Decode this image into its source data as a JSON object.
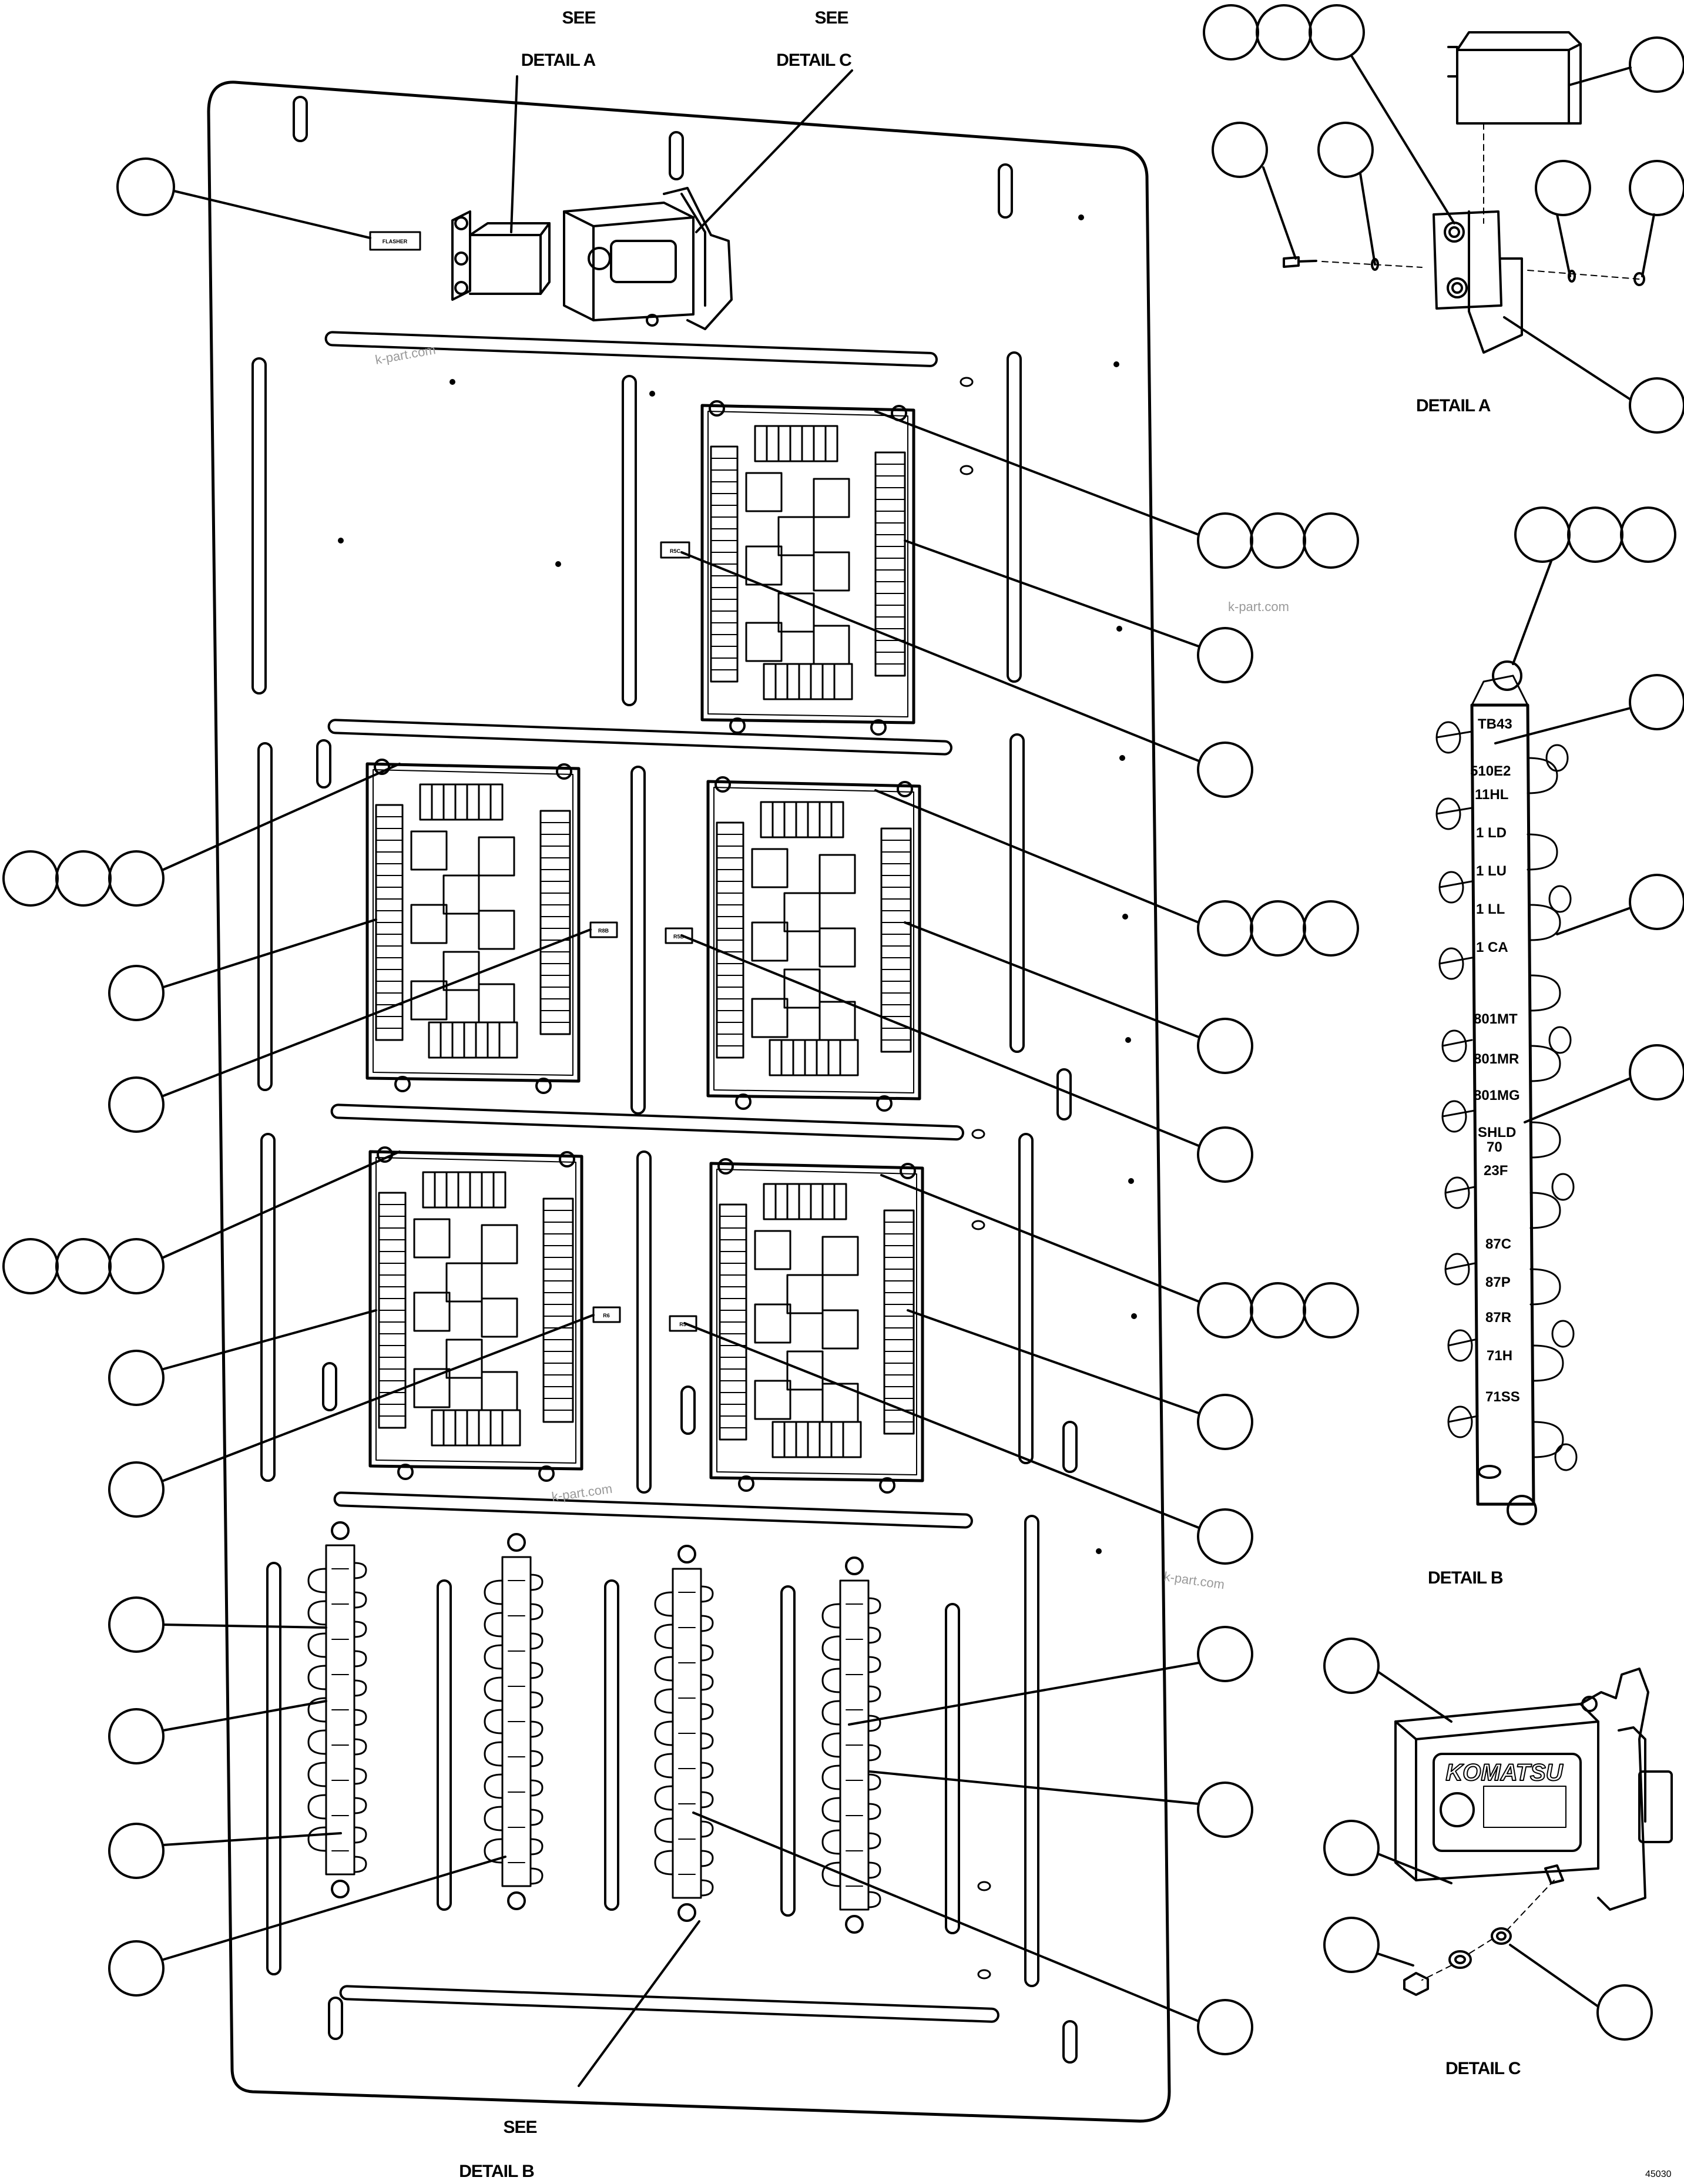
{
  "callouts": {
    "see": "SEE",
    "detail_a": "DETAIL A",
    "detail_b": "DETAIL B",
    "detail_c": "DETAIL C"
  },
  "panel_labels": {
    "flasher": "FLASHER",
    "r5c": "R5C",
    "r5b": "R5B",
    "r5": "R5",
    "r8b": "R8B",
    "r6": "R6"
  },
  "detail_titles": {
    "a": "DETAIL A",
    "b": "DETAIL B",
    "c": "DETAIL C"
  },
  "terminal_block": {
    "title": "TB43",
    "labels": [
      "510E2",
      "11HL",
      "1 LD",
      "1 LU",
      "1 LL",
      "1 CA",
      "801MT",
      "801MR",
      "801MG",
      "SHLD",
      "70",
      "23F",
      "87C",
      "87P",
      "87R",
      "71H",
      "71SS"
    ]
  },
  "logo": "KOMATSU",
  "watermark": "k-part.com",
  "drawing_number": "45030"
}
